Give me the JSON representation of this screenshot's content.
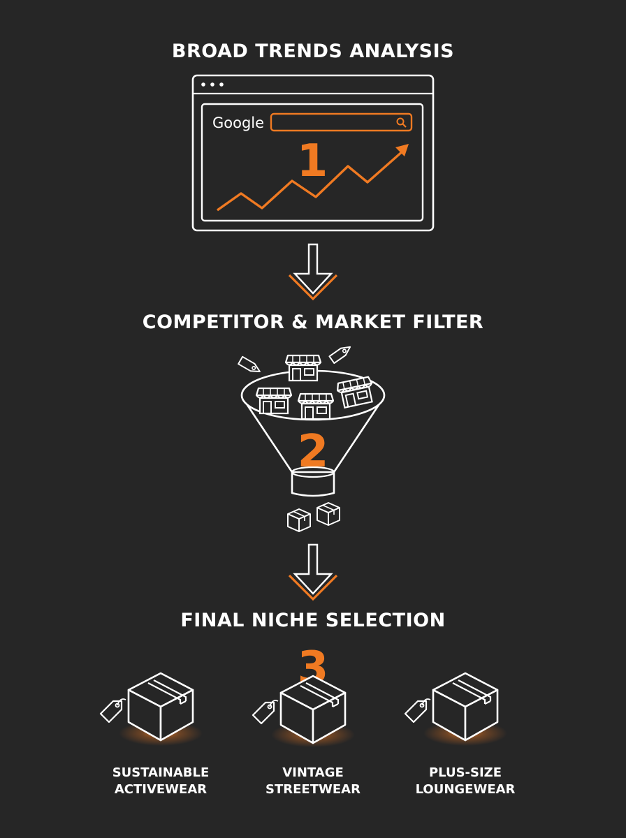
{
  "colors": {
    "background": "#262626",
    "accent": "#f07a22",
    "line": "#ffffff"
  },
  "stages": [
    {
      "title": "BROAD TRENDS ANALYSIS",
      "number": "1",
      "search_brand": "Google",
      "icons": [
        "browser-window-icon",
        "search-icon",
        "trend-arrow-icon"
      ]
    },
    {
      "title": "COMPETITOR & MARKET FILTER",
      "number": "2",
      "icons": [
        "funnel-icon",
        "storefront-icon",
        "price-tag-icon",
        "box-icon"
      ]
    },
    {
      "title": "FINAL NICHE SELECTION",
      "number": "3",
      "niches": [
        {
          "line1": "SUSTAINABLE",
          "line2": "ACTIVEWEAR"
        },
        {
          "line1": "VINTAGE",
          "line2": "STREETWEAR"
        },
        {
          "line1": "PLUS-SIZE",
          "line2": "LOUNGEWEAR"
        }
      ]
    }
  ]
}
